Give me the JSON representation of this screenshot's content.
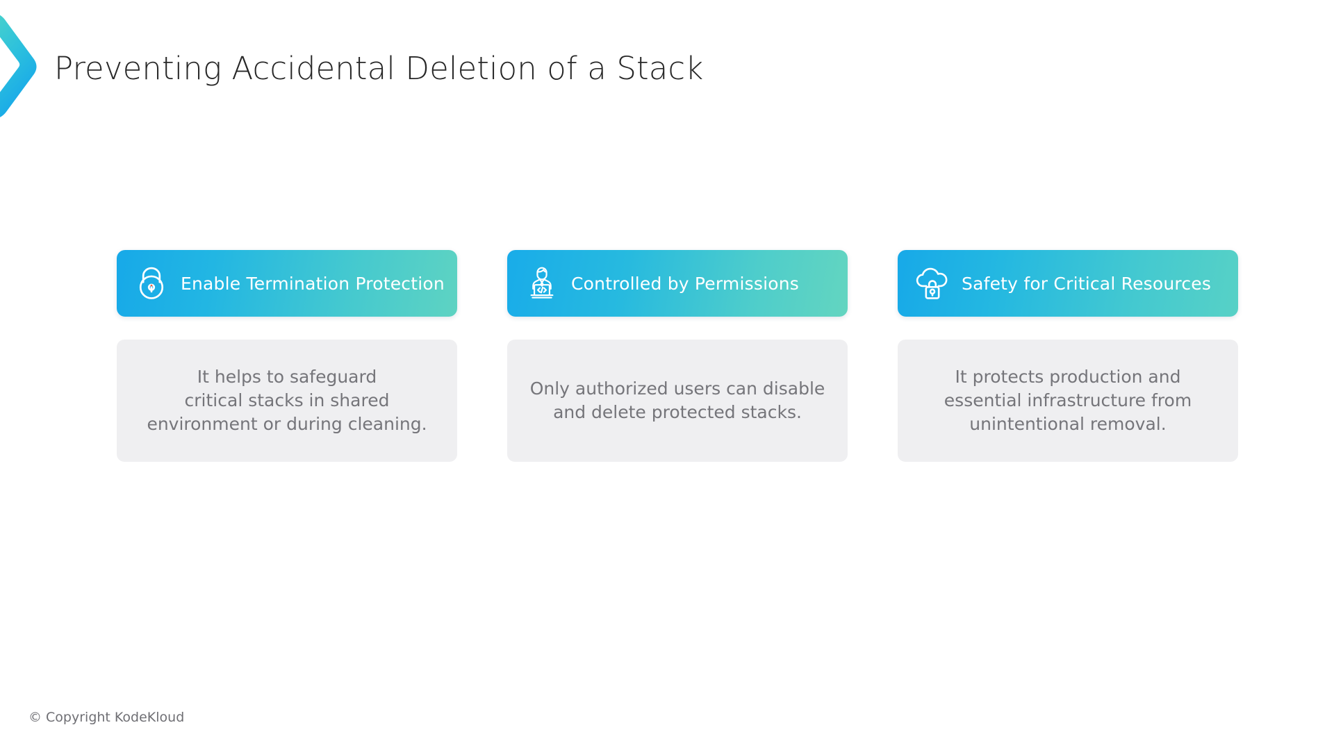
{
  "slide": {
    "title": "Preventing Accidental Deletion of a Stack",
    "footer": "© Copyright KodeKloud"
  },
  "brand": {
    "logo_icon": "chevron-right-logo",
    "gradient_start": "#4fd6c8",
    "gradient_end": "#1aa8e8"
  },
  "theme": {
    "header_gradient_start": "#17a9e8",
    "header_gradient_end": "#5ed3c2",
    "body_panel_bg": "#efeff1",
    "body_text_color": "#75757a",
    "title_color": "#272727"
  },
  "cards": [
    {
      "icon": "padlock-icon",
      "title": "Enable Termination Protection",
      "body": "It helps to safeguard\ncritical stacks in shared\nenvironment or during cleaning."
    },
    {
      "icon": "developer-laptop-code-icon",
      "title": "Controlled by Permissions",
      "body": "Only authorized users can disable\nand delete protected stacks."
    },
    {
      "icon": "cloud-lock-icon",
      "title": "Safety for Critical Resources",
      "body": "It protects production and\nessential infrastructure from\nunintentional removal."
    }
  ]
}
